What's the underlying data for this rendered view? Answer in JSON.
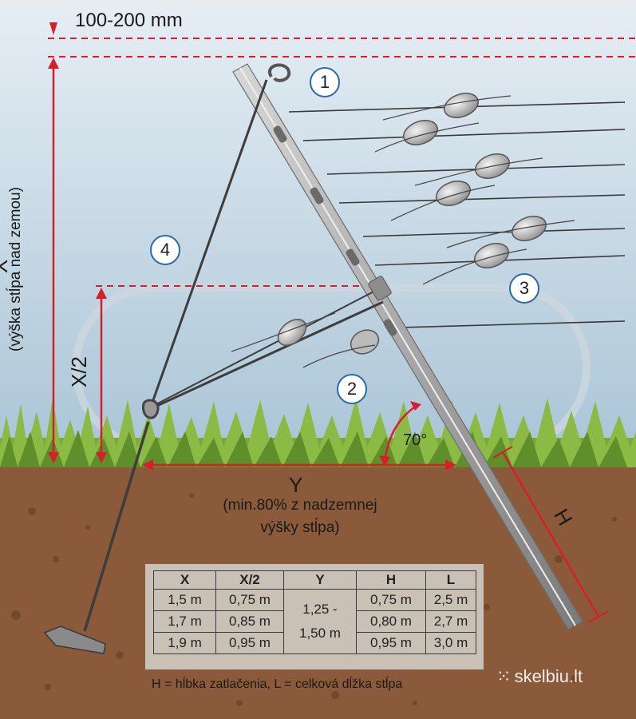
{
  "labels": {
    "top_clearance": "100-200 mm",
    "x_axis": "X",
    "x_desc": "(výška stĺpa nad zemou)",
    "x_half": "X/2",
    "angle": "70°",
    "y_axis": "Y",
    "y_desc_line1": "(min.80% z nadzemnej",
    "y_desc_line2": "výšky stĺpa)",
    "h_axis": "H",
    "footnote": "H = hĺbka zatlačenia, L = celková dĺžka stĺpa",
    "watermark": "skelbiu.lt"
  },
  "callouts": [
    "1",
    "2",
    "3",
    "4"
  ],
  "table": {
    "headers": [
      "X",
      "X/2",
      "Y",
      "H",
      "L"
    ],
    "rows": [
      {
        "x": "1,5 m",
        "x_half": "0,75 m",
        "h": "0,75 m",
        "l": "2,5 m"
      },
      {
        "x": "1,7 m",
        "x_half": "0,85 m",
        "h": "0,80 m",
        "l": "2,7 m"
      },
      {
        "x": "1,9 m",
        "x_half": "0,95 m",
        "h": "0,95 m",
        "l": "3,0 m"
      }
    ],
    "y_merged_line1": "1,25 -",
    "y_merged_line2": "1,50 m"
  },
  "colors": {
    "sky": "#a9c4d6",
    "soil": "#8a5a3a",
    "grass": "#7aa83a",
    "dimension_red": "#d81e2a",
    "post": "#9a9a9a",
    "callout_border": "#2b6aa8"
  }
}
